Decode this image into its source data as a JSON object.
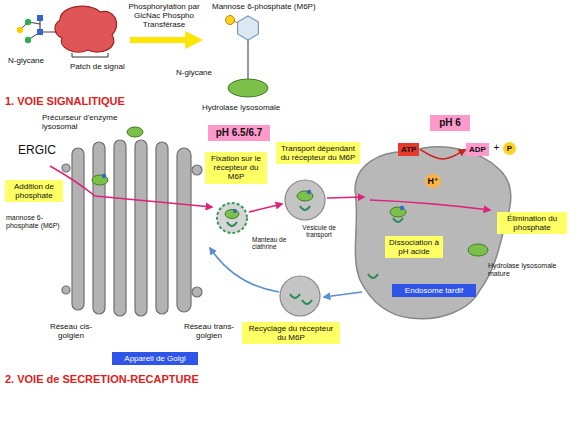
{
  "diagram": {
    "nodes": [
      {
        "text": [
          "Addition de phosphate"
        ]
      },
      {
        "text": [
          "pH 6.5/6.7"
        ]
      },
      {
        "text": [
          "Fixation sur le récepteur du M6P"
        ]
      },
      {
        "text": [
          "Transport dépendant du récepteur du M6P"
        ]
      },
      {
        "text": [
          "pH 6"
        ]
      },
      {
        "text": [
          "ATP"
        ]
      },
      {
        "text": [
          "ADP"
        ]
      },
      {
        "text": [
          "Élimination du phosphate"
        ]
      },
      {
        "text": [
          "Dissociation à pH acide"
        ]
      },
      {
        "text": [
          "Endosome tardif"
        ]
      },
      {
        "text": [
          "Recyclage du récepteur du M6P"
        ]
      },
      {
        "text": [
          "Appareil de Golgi"
        ]
      }
    ],
    "edges": [
      {
        "from": 5,
        "to": 6,
        "arrow": "to"
      }
    ],
    "labels": [
      "Phosphorylation par GlcNac Phospho Transférase",
      "Mannose 6-phosphate (M6P)",
      "N-glycane",
      "Patch de signal",
      "N-glycane",
      "Hydrolase lysosomale",
      "1. VOIE SIGNALITIQUE",
      "Précurseur d'enzyme lysosomal",
      "ERGIC",
      "mannose 6-phosphate (M6P)",
      "Manteau de clathrine",
      "Vésicule de transport",
      "+",
      "P",
      "H⁺",
      "Hydrolase lysosomale mature",
      "Réseau cis-golgien",
      "Réseau trans-golgien",
      "2. VOIE de SECRETION-RECAPTURE"
    ]
  }
}
